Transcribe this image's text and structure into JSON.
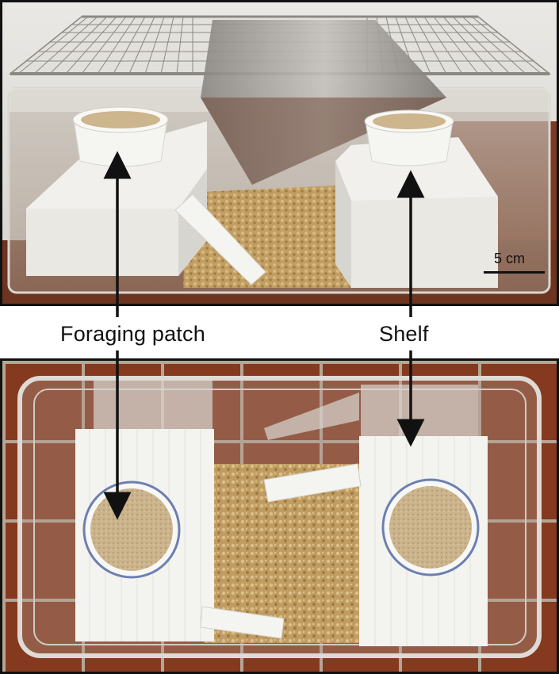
{
  "labels": {
    "foraging_patch": "Foraging patch",
    "shelf": "Shelf",
    "scale_bar": "5 cm"
  },
  "colors": {
    "tile": "#8a3a1f",
    "grout": "#b9a89a",
    "bedding": "#c8a66a",
    "sand": "#cdb58e",
    "white_board": "#f4f4f2",
    "arrow": "#111111"
  }
}
